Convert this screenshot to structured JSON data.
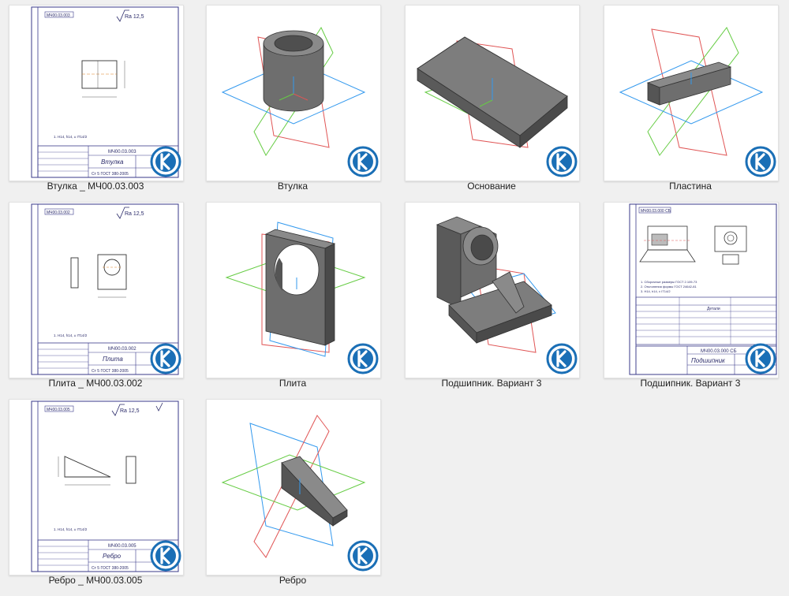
{
  "files": [
    {
      "kind": "drawing",
      "name": "Втулка _ МЧ00.03.003",
      "stamp_code": "МЧ00.03.003",
      "stamp_title": "Втулка",
      "roughness": "Ra 12,5",
      "material": "Ст 5 ГОСТ 380-2005",
      "corner_code": "МЧ00.03.003"
    },
    {
      "kind": "model",
      "name": "Втулка"
    },
    {
      "kind": "model",
      "name": "Основание"
    },
    {
      "kind": "model",
      "name": "Пластина"
    },
    {
      "kind": "drawing",
      "name": "Плита _ МЧ00.03.002",
      "stamp_code": "МЧ00.03.002",
      "stamp_title": "Плита",
      "roughness": "Ra 12,5",
      "material": "Ст 5 ГОСТ 380-2005",
      "corner_code": "МЧ00.03.002"
    },
    {
      "kind": "model",
      "name": "Плита"
    },
    {
      "kind": "model",
      "name": "Подшипник. Вариант 3"
    },
    {
      "kind": "drawing",
      "name": "Подшипник. Вариант 3",
      "stamp_code": "МЧ00.03.000 СБ",
      "stamp_title": "Подшипник",
      "spec_header": "Детали",
      "corner_code": "МЧ00.03.000 СБ"
    },
    {
      "kind": "drawing",
      "name": "Ребро _ МЧ00.03.005",
      "stamp_code": "МЧ00.03.005",
      "stamp_title": "Ребро",
      "roughness": "Ra 12,5",
      "material": "Ст 5 ГОСТ 380-2005",
      "corner_code": "МЧ00.03.005"
    },
    {
      "kind": "model",
      "name": "Ребро"
    }
  ],
  "colors": {
    "background": "#f0f0f0",
    "sheet_line": "#3a3a8a",
    "plane_red": "#e05555",
    "plane_green": "#66cc44",
    "plane_blue": "#3399ee",
    "solid": "#6e6e6e",
    "badge": "#1a6fb6"
  },
  "icons": {
    "badge": "kompas-logo-icon"
  }
}
